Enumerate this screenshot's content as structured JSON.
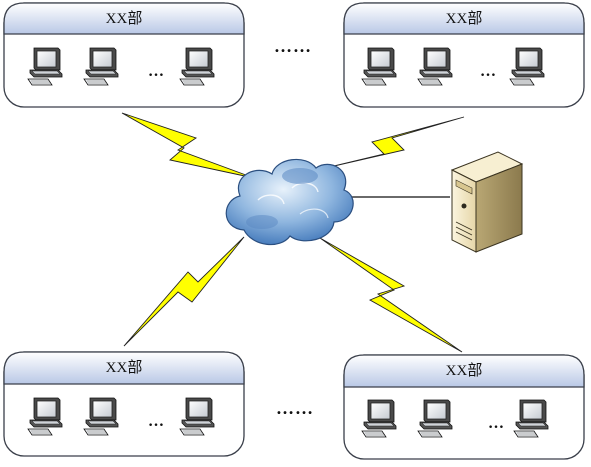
{
  "departments": [
    {
      "title": "XX部",
      "ellipsis": "…"
    },
    {
      "title": "XX部",
      "ellipsis": "…"
    },
    {
      "title": "XX部",
      "ellipsis": "…"
    },
    {
      "title": "XX部",
      "ellipsis": "…"
    }
  ],
  "gap_ellipsis": {
    "top": "……",
    "bottom": "……"
  },
  "icons": {
    "workstation": "computer-workstation-icon",
    "network": "cloud-network-icon",
    "server": "server-tower-icon",
    "link": "lightning-link-icon"
  },
  "colors": {
    "panel_header_top": "#ffffff",
    "panel_header_bottom": "#b9c8e6",
    "panel_border": "#3a3f4a",
    "lightning_fill": "#ffff00",
    "cloud_light": "#cfe0f3",
    "cloud_dark": "#3d74b8",
    "server_body": "#efe4c0"
  }
}
